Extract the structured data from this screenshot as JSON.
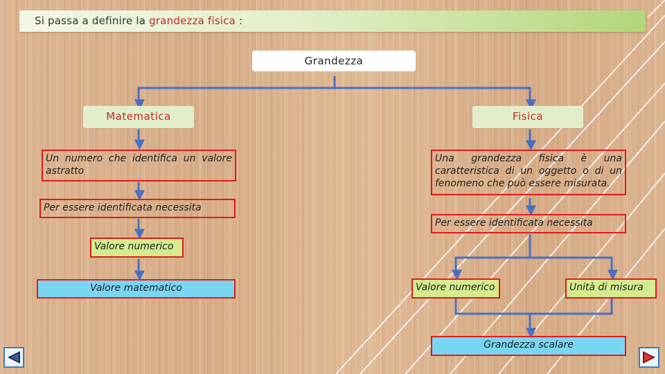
{
  "title": {
    "prefix": "Si passa a definire la ",
    "highlight": "grandezza fisica",
    "suffix": " :"
  },
  "diagram": {
    "root": "Grandezza",
    "left": {
      "heading": "Matematica",
      "definition": "Un numero che identifica un valore astratto",
      "requirement": "Per essere identificata necessita",
      "value_type": "Valore numerico",
      "result": "Valore matematico"
    },
    "right": {
      "heading": "Fisica",
      "definition": "Una grandezza fisica è una caratteristica di un oggetto o di un fenomeno che può essere misurata.",
      "requirement": "Per essere identificata necessita",
      "value_type": "Valore numerico",
      "unit": "Unità di misura",
      "result": "Grandezza scalare"
    }
  },
  "navigation": {
    "prev_icon": "prev-arrow-icon",
    "next_icon": "next-arrow-icon"
  },
  "colors": {
    "connector": "#4a6fc2",
    "box_border": "#e01b1b",
    "result_fill": "#79d6f2",
    "value_fill": "#d4ec8e",
    "heading_text": "#c0282d"
  }
}
